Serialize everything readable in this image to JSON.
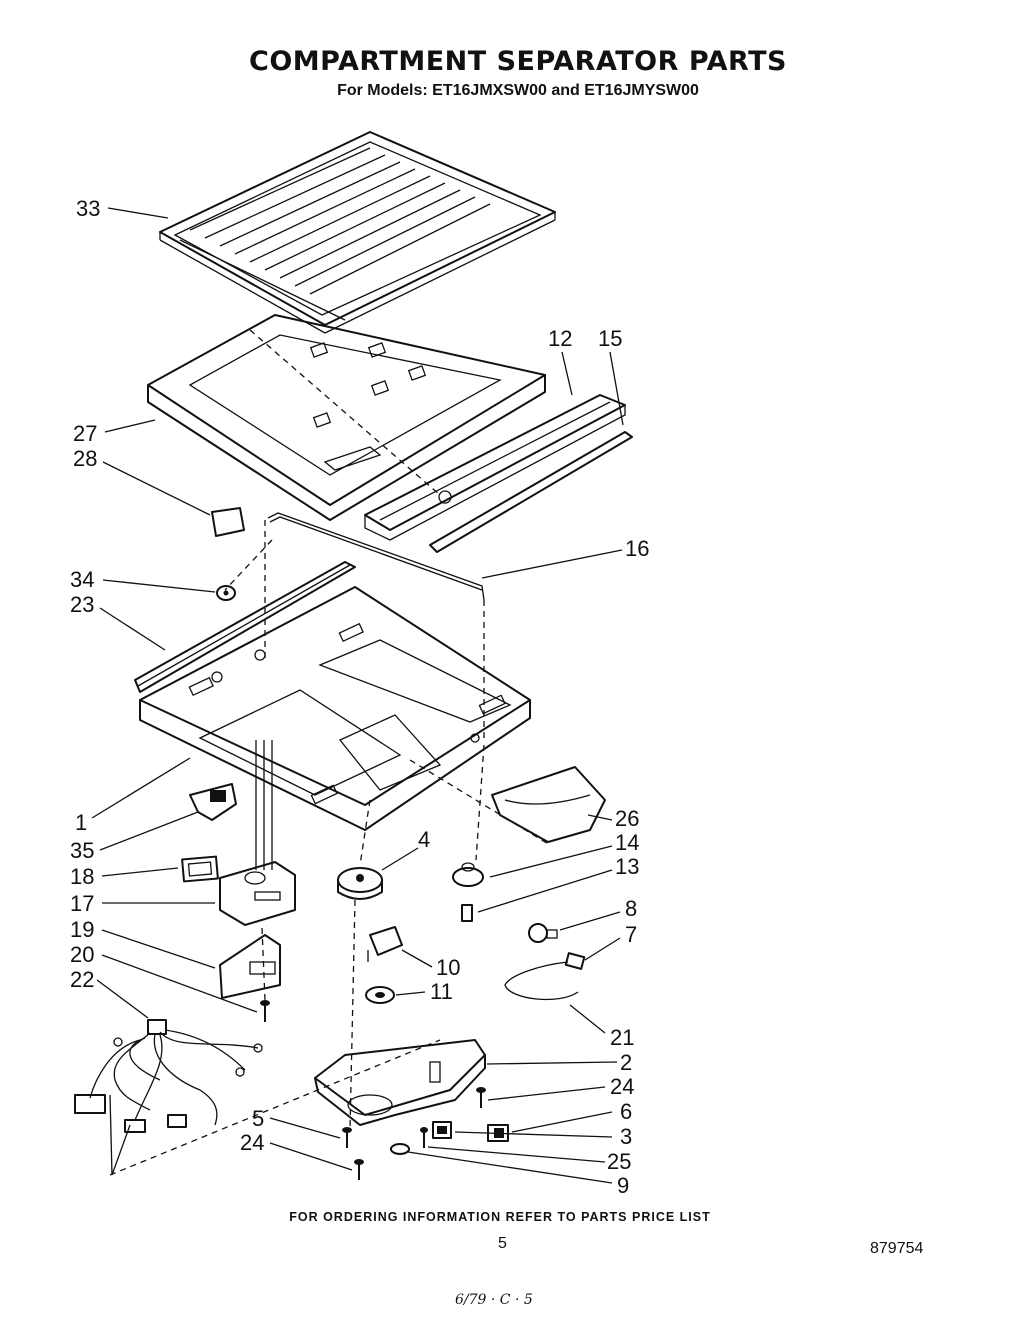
{
  "header": {
    "title": "COMPARTMENT SEPARATOR PARTS",
    "subtitle": "For Models: ET16JMXSW00 and ET16JMYSW00"
  },
  "footer": {
    "ordering_note": "FOR ORDERING INFORMATION REFER TO PARTS PRICE LIST",
    "page_number": "5",
    "document_number": "879754",
    "handwritten_note": "6/79 · C · 5"
  },
  "callouts": [
    {
      "id": "33",
      "text": "33"
    },
    {
      "id": "12",
      "text": "12"
    },
    {
      "id": "15",
      "text": "15"
    },
    {
      "id": "27",
      "text": "27"
    },
    {
      "id": "28",
      "text": "28"
    },
    {
      "id": "16",
      "text": "16"
    },
    {
      "id": "34",
      "text": "34"
    },
    {
      "id": "23",
      "text": "23"
    },
    {
      "id": "1",
      "text": "1"
    },
    {
      "id": "26",
      "text": "26"
    },
    {
      "id": "35",
      "text": "35"
    },
    {
      "id": "4",
      "text": "4"
    },
    {
      "id": "14",
      "text": "14"
    },
    {
      "id": "13",
      "text": "13"
    },
    {
      "id": "18",
      "text": "18"
    },
    {
      "id": "17",
      "text": "17"
    },
    {
      "id": "8",
      "text": "8"
    },
    {
      "id": "19",
      "text": "19"
    },
    {
      "id": "7",
      "text": "7"
    },
    {
      "id": "10",
      "text": "10"
    },
    {
      "id": "20",
      "text": "20"
    },
    {
      "id": "11",
      "text": "11"
    },
    {
      "id": "22",
      "text": "22"
    },
    {
      "id": "21",
      "text": "21"
    },
    {
      "id": "2",
      "text": "2"
    },
    {
      "id": "24a",
      "text": "24"
    },
    {
      "id": "6",
      "text": "6"
    },
    {
      "id": "5",
      "text": "5"
    },
    {
      "id": "3",
      "text": "3"
    },
    {
      "id": "24b",
      "text": "24"
    },
    {
      "id": "25",
      "text": "25"
    },
    {
      "id": "9",
      "text": "9"
    }
  ]
}
